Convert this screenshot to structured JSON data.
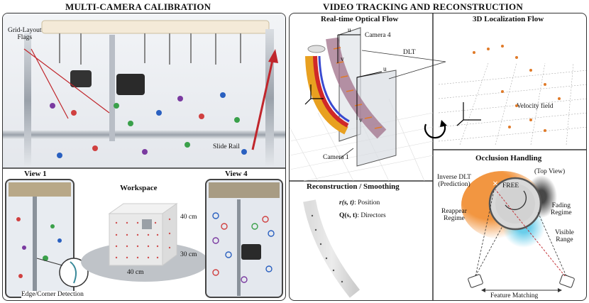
{
  "left": {
    "title": "MULTI-CAMERA CALIBRATION",
    "flags_label": "Grid-Layout\nFlags",
    "slide_rail": "Slide Rail",
    "view1": "View 1",
    "view4": "View 4",
    "workspace": "Workspace",
    "dim_height": "40 cm",
    "dim_depth": "30 cm",
    "dim_width": "40 cm",
    "edge_detection": "Edge/Corner Detection"
  },
  "right": {
    "title": "VIDEO TRACKING AND RECONSTRUCTION",
    "optical_flow": "Real-time Optical Flow",
    "camera4": "Camera 4",
    "camera1": "Camera 1",
    "u_top": "u",
    "v_top": "v",
    "u_mid": "u",
    "v_mid": "v",
    "dlt": "DLT",
    "localization": "3D Localization Flow",
    "velocity_field": "Velocity field",
    "reconstruction": "Reconstruction / Smoothing",
    "position": ": Position",
    "directors": ": Directors",
    "r_symbol": "r(s, t)",
    "q_symbol": "Q(s, t)",
    "occlusion": "Occlusion Handling",
    "top_view": "(Top View)",
    "inverse_dlt": "Inverse DLT\n(Prediction)",
    "free": "FREE",
    "fading": "Fading\nRegime",
    "reappear": "Reappear\nRegime",
    "visible_range": "Visible\nRange",
    "feature_matching": "Feature Matching"
  },
  "colors": {
    "border": "#333333",
    "rail_red": "#c0262c",
    "flow_orange": "#e07a28",
    "fading_orange": "#f08a2c",
    "reappear_blue": "#5ac8e8"
  }
}
